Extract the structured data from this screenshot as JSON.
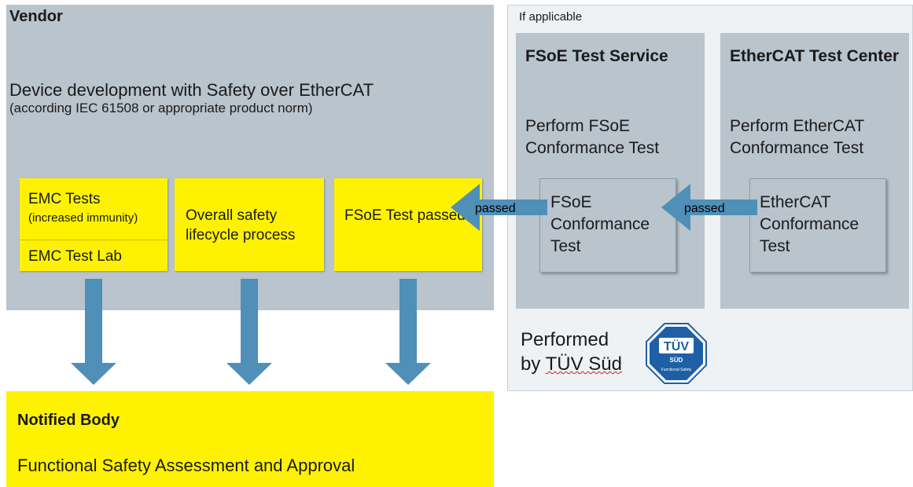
{
  "vendor": {
    "title": "Vendor",
    "description": "Device development with Safety over EtherCAT",
    "subtitle": "(according IEC 61508 or appropriate product norm)",
    "emc": {
      "title": "EMC Tests",
      "subtitle": "(increased immunity)",
      "lab": "EMC Test Lab"
    },
    "lifecycle": "Overall safety lifecycle process",
    "fsoe_passed": "FSoE Test passed"
  },
  "applicable": {
    "title": "If applicable",
    "fsoe_service": {
      "title": "FSoE Test Service",
      "perform": "Perform FSoE Conformance Test",
      "box": "FSoE Conformance Test"
    },
    "ethercat_center": {
      "title": "EtherCAT Test Center",
      "perform": "Perform EtherCAT Conformance Test",
      "box": "EtherCAT Conformance Test"
    },
    "performed_line1": "Performed",
    "performed_by": "by",
    "performed_org": "TÜV Süd",
    "logo": {
      "name": "TÜV",
      "sub": "SÜD",
      "caption": "Functional Safety"
    }
  },
  "arrows": {
    "passed_label": "passed"
  },
  "notified_body": {
    "title": "Notified Body",
    "description": "Functional Safety Assessment and Approval"
  },
  "colors": {
    "yellow": "#fff200",
    "panel_gray": "#b9c4cd",
    "arrow_blue": "#4f8fb8",
    "logo_blue": "#1f5fa6"
  }
}
